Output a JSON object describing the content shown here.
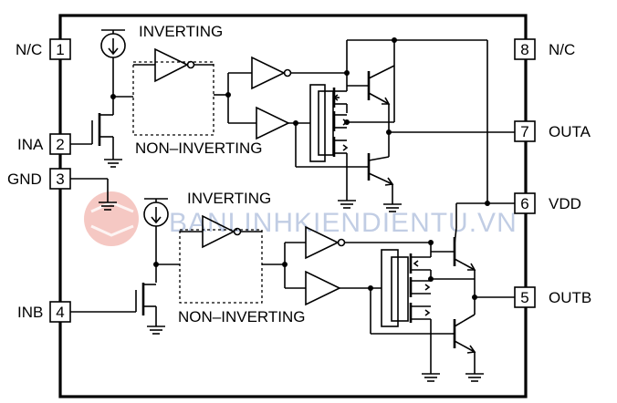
{
  "pins": [
    {
      "number": "1",
      "name": "N/C"
    },
    {
      "number": "2",
      "name": "INA"
    },
    {
      "number": "3",
      "name": "GND"
    },
    {
      "number": "4",
      "name": "INB"
    },
    {
      "number": "8",
      "name": "N/C"
    },
    {
      "number": "7",
      "name": "OUTA"
    },
    {
      "number": "6",
      "name": "VDD"
    },
    {
      "number": "5",
      "name": "OUTB"
    }
  ],
  "channel_a": {
    "inverting_label": "INVERTING",
    "non_inverting_label": "NON–INVERTING"
  },
  "channel_b": {
    "inverting_label": "INVERTING",
    "non_inverting_label": "NON–INVERTING"
  },
  "watermark": {
    "text": "BANLINHKIENDIENTU.VN",
    "color": "#8fa6cf",
    "logo_color": "#e8857a"
  }
}
